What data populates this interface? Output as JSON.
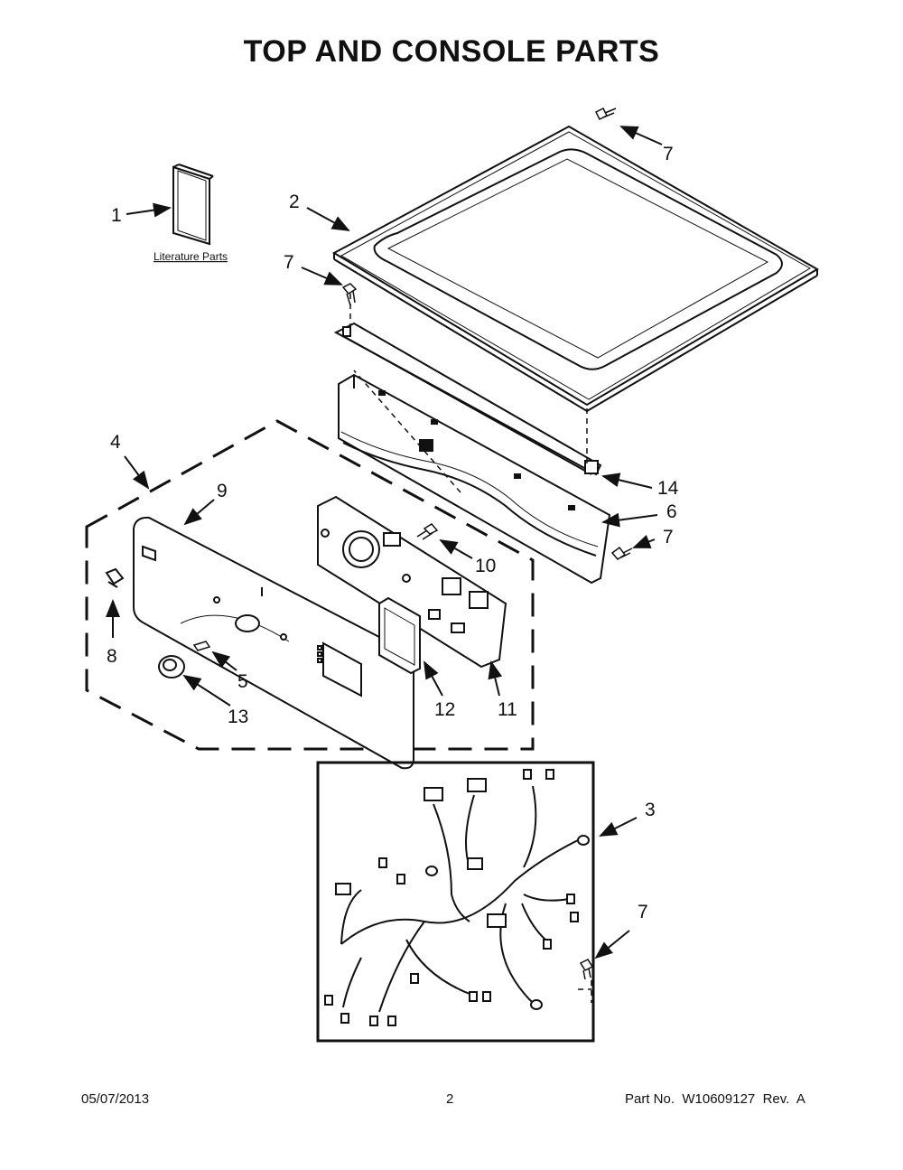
{
  "title": "TOP AND CONSOLE PARTS",
  "literature_label": "Literature Parts",
  "callouts": {
    "c1": "1",
    "c2": "2",
    "c3": "3",
    "c4": "4",
    "c5": "5",
    "c6": "6",
    "c7a": "7",
    "c7b": "7",
    "c7c": "7",
    "c7d": "7",
    "c8": "8",
    "c9": "9",
    "c10": "10",
    "c11": "11",
    "c12": "12",
    "c13": "13",
    "c14": "14"
  },
  "footer": {
    "date": "05/07/2013",
    "page": "2",
    "part_number": "Part No.  W10609127  Rev.  A"
  }
}
